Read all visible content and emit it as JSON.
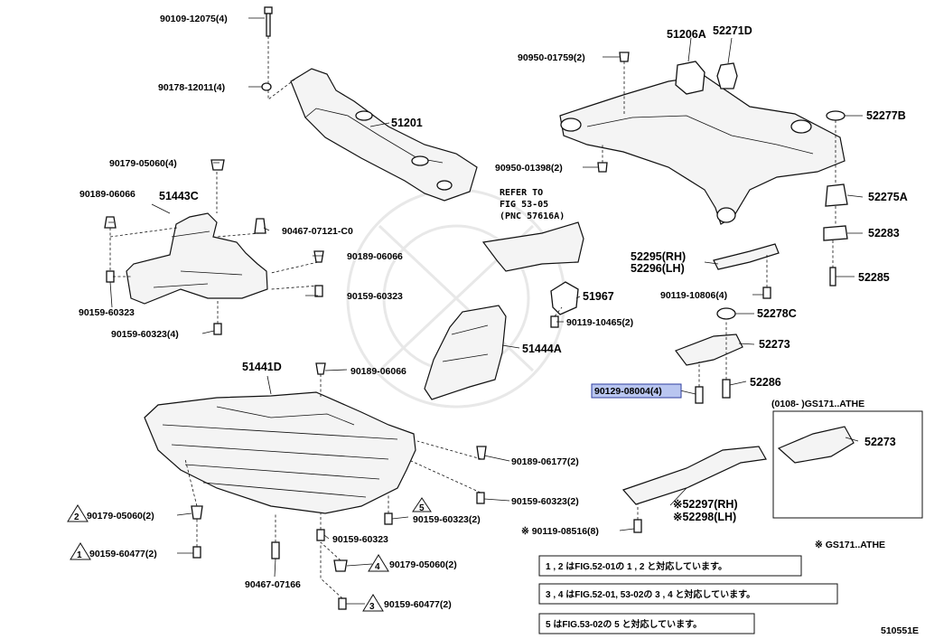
{
  "diagram_code": "510551E",
  "refer_text": [
    "REFER TO",
    "FIG 53-05",
    "(PNC 57616A)"
  ],
  "variant_header": "(0108-      )GS171..ATHE",
  "variant_note": "※ GS171..ATHE",
  "labels": {
    "p90109_12075": "90109-12075(4)",
    "p90178_12011": "90178-12011(4)",
    "p51201": "51201",
    "p90179_05060_4": "90179-05060(4)",
    "p90189_06066_a": "90189-06066",
    "p51443c": "51443C",
    "p90467_07121": "90467-07121-C0",
    "p90189_06066_b": "90189-06066",
    "p90159_60323_a": "90159-60323",
    "p90159_60323_b": "90159-60323",
    "p90159_60323_4": "90159-60323(4)",
    "p51441d": "51441D",
    "p90189_06066_c": "90189-06066",
    "p51444a": "51444A",
    "p90189_06177": "90189-06177(2)",
    "p90159_60323_2a": "90159-60323(2)",
    "p90159_60323_2b": "90159-60323(2)",
    "p90159_60323_c": "90159-60323",
    "p90179_05060_2a": "90179-05060(2)",
    "p90159_60477_2a": "90159-60477(2)",
    "p90467_07166": "90467-07166",
    "p90179_05060_2b": "90179-05060(2)",
    "p90159_60477_2b": "90159-60477(2)",
    "p90950_01759": "90950-01759(2)",
    "p51206a": "51206A",
    "p52271d": "52271D",
    "p52277b": "52277B",
    "p90950_01398": "90950-01398(2)",
    "p52275a": "52275A",
    "p52283": "52283",
    "p52295": "52295(RH)",
    "p52296": "52296(LH)",
    "p90119_10806": "90119-10806(4)",
    "p52285": "52285",
    "p51967": "51967",
    "p90119_10465": "90119-10465(2)",
    "p52278c": "52278C",
    "p52273_a": "52273",
    "p90129_08004": "90129-08004(4)",
    "p52286": "52286",
    "p52273_b": "52273",
    "p52297": "※52297(RH)",
    "p52298": "※52298(LH)",
    "p90119_08516": "※ 90119-08516(8)"
  },
  "markers": {
    "m1": "1",
    "m2": "2",
    "m3": "3",
    "m4": "4",
    "m5": "5"
  },
  "notes": {
    "n1": "1 , 2 はFIG.52-01の 1 , 2 と対応しています。",
    "n2": "3 , 4 はFIG.52-01, 53-02の 3 , 4 と対応しています。",
    "n3": "5 はFIG.53-02の 5 と対応しています。"
  },
  "colors": {
    "highlight": "#b9c6f0",
    "highlight_border": "#2f3f9f"
  }
}
